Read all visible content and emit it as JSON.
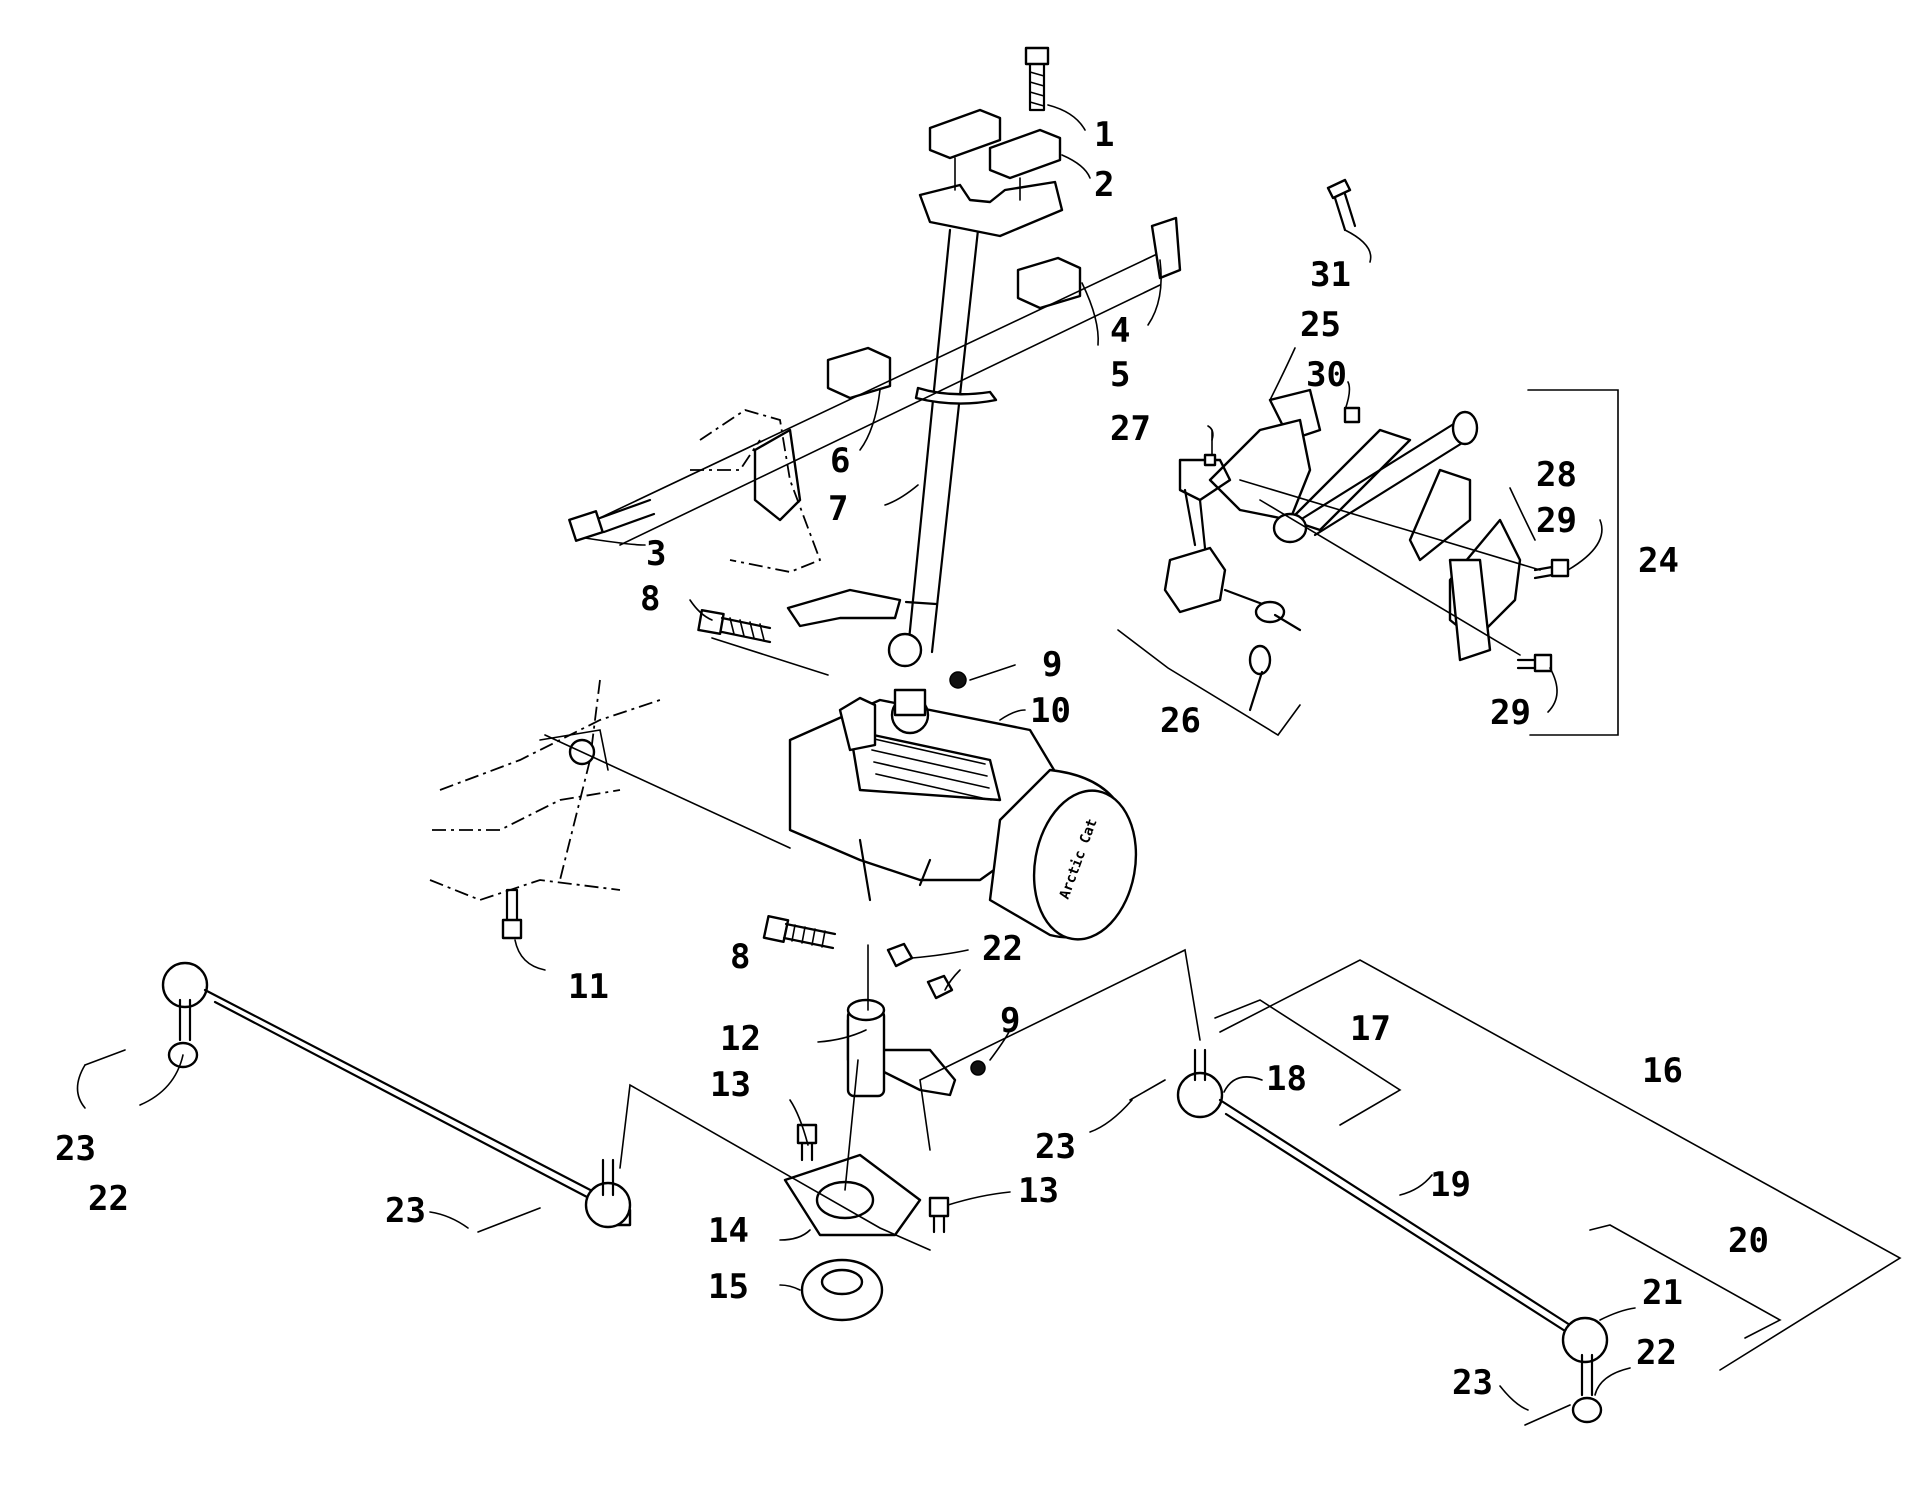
{
  "callouts": [
    {
      "id": "c1",
      "text": "1"
    },
    {
      "id": "c2",
      "text": "2"
    },
    {
      "id": "c3",
      "text": "3"
    },
    {
      "id": "c4",
      "text": "4"
    },
    {
      "id": "c5",
      "text": "5"
    },
    {
      "id": "c6",
      "text": "6"
    },
    {
      "id": "c7",
      "text": "7"
    },
    {
      "id": "c8a",
      "text": "8"
    },
    {
      "id": "c9a",
      "text": "9"
    },
    {
      "id": "c10",
      "text": "10"
    },
    {
      "id": "c11",
      "text": "11"
    },
    {
      "id": "c22a",
      "text": "22"
    },
    {
      "id": "c8b",
      "text": "8"
    },
    {
      "id": "c9b",
      "text": "9"
    },
    {
      "id": "c12",
      "text": "12"
    },
    {
      "id": "c13a",
      "text": "13"
    },
    {
      "id": "c13b",
      "text": "13"
    },
    {
      "id": "c14",
      "text": "14"
    },
    {
      "id": "c15",
      "text": "15"
    },
    {
      "id": "c16",
      "text": "16"
    },
    {
      "id": "c17",
      "text": "17"
    },
    {
      "id": "c18",
      "text": "18"
    },
    {
      "id": "c19",
      "text": "19"
    },
    {
      "id": "c20",
      "text": "20"
    },
    {
      "id": "c21",
      "text": "21"
    },
    {
      "id": "c22b",
      "text": "22"
    },
    {
      "id": "c22c",
      "text": "22"
    },
    {
      "id": "c23a",
      "text": "23"
    },
    {
      "id": "c23b",
      "text": "23"
    },
    {
      "id": "c23c",
      "text": "23"
    },
    {
      "id": "c23d",
      "text": "23"
    },
    {
      "id": "c24",
      "text": "24"
    },
    {
      "id": "c25",
      "text": "25"
    },
    {
      "id": "c26",
      "text": "26"
    },
    {
      "id": "c27",
      "text": "27"
    },
    {
      "id": "c28",
      "text": "28"
    },
    {
      "id": "c29a",
      "text": "29"
    },
    {
      "id": "c29b",
      "text": "29"
    },
    {
      "id": "c30",
      "text": "30"
    },
    {
      "id": "c31",
      "text": "31"
    }
  ],
  "cover_text": "Arctic Cat"
}
